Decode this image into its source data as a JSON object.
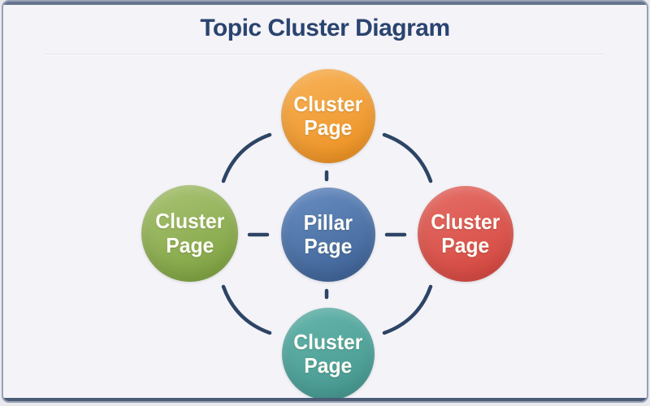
{
  "frame": {
    "title": "Topic Cluster Diagram"
  },
  "diagram": {
    "center_node": {
      "id": "pillar",
      "line1": "Pillar",
      "line2": "Page",
      "color_top": "#6a8fc2",
      "color_bottom": "#3b5f93"
    },
    "cluster_nodes": [
      {
        "id": "cluster-top",
        "line1": "Cluster",
        "line2": "Page",
        "color_top": "#f8b45c",
        "color_bottom": "#ec8f1e"
      },
      {
        "id": "cluster-left",
        "line1": "Cluster",
        "line2": "Page",
        "color_top": "#abc477",
        "color_bottom": "#7ba03c"
      },
      {
        "id": "cluster-right",
        "line1": "Cluster",
        "line2": "Page",
        "color_top": "#e57069",
        "color_bottom": "#d4453d"
      },
      {
        "id": "cluster-bottom",
        "line1": "Cluster",
        "line2": "Page",
        "color_top": "#68b6ae",
        "color_bottom": "#42968d"
      }
    ],
    "arrow_color": "#2d4465",
    "connections": [
      "pillar <-> cluster-top",
      "pillar <-> cluster-left",
      "pillar <-> cluster-right",
      "pillar <-> cluster-bottom",
      "cluster-left <-> cluster-top",
      "cluster-top <-> cluster-right",
      "cluster-left <-> cluster-bottom",
      "cluster-bottom <-> cluster-right"
    ]
  },
  "colors": {
    "background": "#f4f3f7",
    "title_text": "#2a4470",
    "frame_border": "#97a0b4",
    "top_accent_bar": "#64748e",
    "bottom_accent_bar": "#4b5c76",
    "divider": "#e3e2e9",
    "node_text": "#fdfdf6"
  }
}
